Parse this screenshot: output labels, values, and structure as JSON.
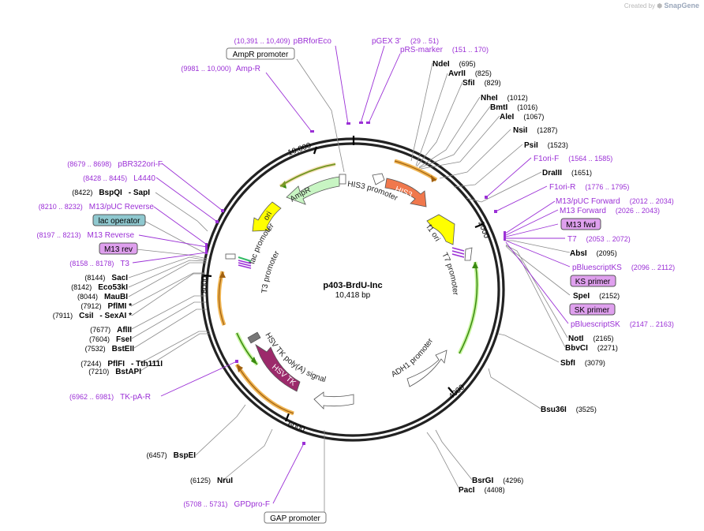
{
  "credit": {
    "prefix": "Created by",
    "brand": "SnapGene"
  },
  "plasmid": {
    "name": "p403-BrdU-Inc",
    "size": "10,418 bp"
  },
  "ticks": [
    "10,000",
    "2000",
    "4000",
    "6000",
    "8000"
  ],
  "colors": {
    "primer_site": "#9b30d6",
    "site_text": "#000000",
    "coord_text": "#222222",
    "lac_operator_fill": "#8fc8cf",
    "primer_box_fill": "#dfa0ee",
    "ampr_fill": "#c8f5c3",
    "ori_fill": "#ffff00",
    "his3_fill": "#f0784d",
    "hsvtk_fill": "#9c2a6b",
    "orf_green": "#3a8a10",
    "orf_orange": "#f0b552"
  },
  "labels": {
    "pbrforeco": {
      "range": "(10,391 .. 10,409)",
      "name": "pBRforEco"
    },
    "pgex3": {
      "name": "pGEX 3'",
      "range": "(29 .. 51)"
    },
    "prsmarker": {
      "name": "pRS-marker",
      "range": "(151 .. 170)"
    },
    "ampr_promoter": {
      "name": "AmpR promoter"
    },
    "ampr_primer": {
      "range": "(9981 .. 10,000)",
      "name": "Amp-R"
    },
    "ndei": {
      "name": "NdeI",
      "coord": "(695)"
    },
    "avrii": {
      "name": "AvrII",
      "coord": "(825)"
    },
    "sfii": {
      "name": "SfiI",
      "coord": "(829)"
    },
    "nhei": {
      "name": "NheI",
      "coord": "(1012)"
    },
    "bmti": {
      "name": "BmtI",
      "coord": "(1016)"
    },
    "alei": {
      "name": "AleI",
      "coord": "(1067)"
    },
    "nsii": {
      "name": "NsiI",
      "coord": "(1287)"
    },
    "psii": {
      "name": "PsiI",
      "coord": "(1523)"
    },
    "f1orif": {
      "name": "F1ori-F",
      "range": "(1564 .. 1585)"
    },
    "draiii": {
      "name": "DraIII",
      "coord": "(1651)"
    },
    "f1orir": {
      "name": "F1ori-R",
      "range": "(1776 .. 1795)"
    },
    "m13puc": {
      "name": "M13/pUC Forward",
      "range": "(2012 .. 2034)"
    },
    "m13forward": {
      "name": "M13 Forward",
      "range": "(2026 .. 2043)"
    },
    "m13fwd": {
      "name": "M13 fwd"
    },
    "t7": {
      "name": "T7",
      "range": "(2053 .. 2072)"
    },
    "absi": {
      "name": "AbsI",
      "coord": "(2095)"
    },
    "pbsks": {
      "name": "pBluescriptKS",
      "range": "(2096 .. 2112)"
    },
    "ksprimer": {
      "name": "KS primer"
    },
    "spei": {
      "name": "SpeI",
      "coord": "(2152)"
    },
    "skprimer": {
      "name": "SK primer"
    },
    "pbssk": {
      "name": "pBluescriptSK",
      "range": "(2147 .. 2163)"
    },
    "noti": {
      "name": "NotI",
      "coord": "(2165)"
    },
    "bbvci": {
      "name": "BbvCI",
      "coord": "(2271)"
    },
    "sbfi": {
      "name": "SbfI",
      "coord": "(3079)"
    },
    "bsu36i": {
      "name": "Bsu36I",
      "coord": "(3525)"
    },
    "bsrgi": {
      "name": "BsrGI",
      "coord": "(4296)"
    },
    "paci": {
      "name": "PacI",
      "coord": "(4408)"
    },
    "pbr322": {
      "range": "(8679 .. 8698)",
      "name": "pBR322ori-F"
    },
    "l4440": {
      "range": "(8428 .. 8445)",
      "name": "L4440"
    },
    "bspqi": {
      "coord": "(8422)",
      "name": "BspQI",
      "name2": "- SapI"
    },
    "m13pucrev": {
      "range": "(8210 .. 8232)",
      "name": "M13/pUC Reverse"
    },
    "lacoperator": {
      "name": "lac operator"
    },
    "m13reverse": {
      "range": "(8197 .. 8213)",
      "name": "M13 Reverse"
    },
    "m13rev": {
      "name": "M13 rev"
    },
    "t3": {
      "range": "(8158 .. 8178)",
      "name": "T3"
    },
    "saci": {
      "coord": "(8144)",
      "name": "SacI"
    },
    "eco53ki": {
      "coord": "(8142)",
      "name": "Eco53kI"
    },
    "maubi": {
      "coord": "(8044)",
      "name": "MauBI"
    },
    "pflmi": {
      "coord": "(7912)",
      "name": "PflMI *"
    },
    "csii": {
      "coord": "(7911)",
      "name": "CsiI",
      "name2": "- SexAI *"
    },
    "afiii": {
      "coord": "(7677)",
      "name": "AflII"
    },
    "fsei": {
      "coord": "(7604)",
      "name": "FseI"
    },
    "bsteii": {
      "coord": "(7532)",
      "name": "BstEII"
    },
    "pflfi": {
      "coord": "(7244)",
      "name": "PflFI",
      "name2": "- Tth111I"
    },
    "bstapi": {
      "coord": "(7210)",
      "name": "BstAPI"
    },
    "tkpar": {
      "range": "(6962 .. 6981)",
      "name": "TK-pA-R"
    },
    "bspei": {
      "coord": "(6457)",
      "name": "BspEI"
    },
    "nrui": {
      "coord": "(6125)",
      "name": "NruI"
    },
    "gpdpro": {
      "range": "(5708 .. 5731)",
      "name": "GPDpro-F"
    },
    "gap_promoter": {
      "name": "GAP promoter"
    }
  },
  "features": {
    "ampr": "AmpR",
    "ori": "ori",
    "his3": "HIS3",
    "his3_promoter": "HIS3 promoter",
    "f1ori": "f1 ori",
    "t7_promoter": "T7 promoter",
    "adh1_promoter": "ADH1 promoter",
    "hsvtk": "HSV TK",
    "hsvtk_polya": "HSV TK poly(A) signal",
    "lac_promoter": "lac promoter",
    "t3_promoter": "T3 promoter"
  }
}
